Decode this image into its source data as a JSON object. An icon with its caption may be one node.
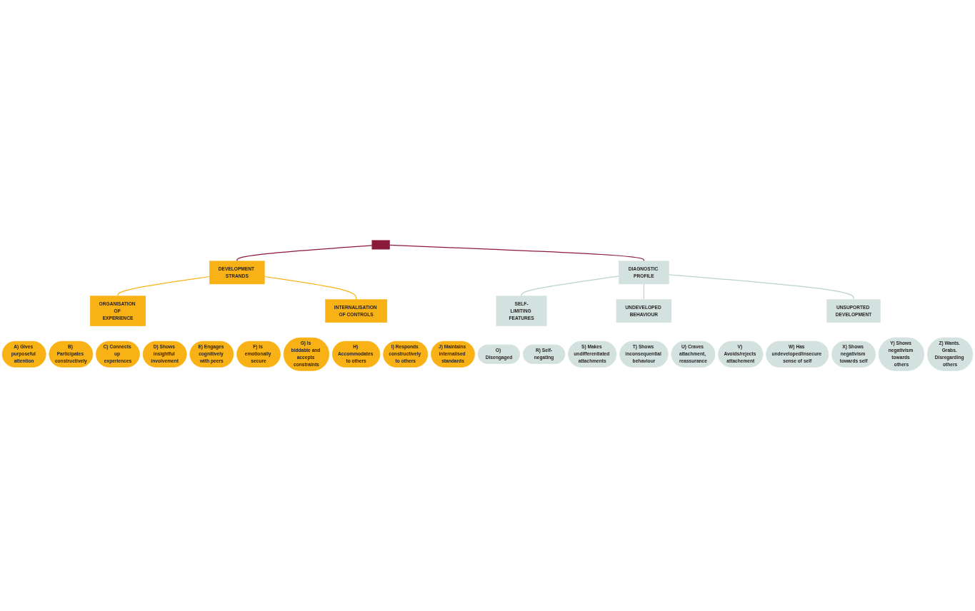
{
  "diagram": {
    "nodes": [
      {
        "text": [],
        "shape": "bar"
      },
      {
        "text": [
          "DEVELOPMENT STRANDS"
        ]
      },
      {
        "text": [
          "DIAGNOSTIC PROFILE"
        ]
      },
      {
        "text": [
          "ORGANISATION OF EXPERIENCE"
        ]
      },
      {
        "text": [
          "INTERNALISATION OF CONTROLS"
        ]
      },
      {
        "text": [
          "SELF-LIMITING FEATURES"
        ]
      },
      {
        "text": [
          "UNDEVELOPED BEHAVIOUR"
        ]
      },
      {
        "text": [
          "UNSUPORTED DEVELOPMENT"
        ]
      },
      {
        "text": [
          "A) Gives purposeful attention"
        ]
      },
      {
        "text": [
          "B) Participates constructively"
        ]
      },
      {
        "text": [
          "C) Connects up experiences"
        ]
      },
      {
        "text": [
          "D) Shows insightful involvement"
        ]
      },
      {
        "text": [
          "E) Engages cognitively with peers"
        ]
      },
      {
        "text": [
          "F) Is emotionally secure"
        ]
      },
      {
        "text": [
          "G) Is biddable and accepts constraints"
        ]
      },
      {
        "text": [
          "H) Accommodates to others"
        ]
      },
      {
        "text": [
          "I) Responds constructively to others"
        ]
      },
      {
        "text": [
          "J) Maintains internalised standards"
        ]
      },
      {
        "text": [
          "O) Disengaged"
        ]
      },
      {
        "text": [
          "R) Self-negating"
        ]
      },
      {
        "text": [
          "S) Makes undifferentiated attachments"
        ]
      },
      {
        "text": [
          "T) Shows inconsequential behaviour"
        ]
      },
      {
        "text": [
          "U) Craves attachment, reassurance"
        ]
      },
      {
        "text": [
          "V) Avoids/rejects attachement"
        ]
      },
      {
        "text": [
          "W) Has undeveloped/insecure sense of self"
        ]
      },
      {
        "text": [
          "X) Shows negativism towards self"
        ]
      },
      {
        "text": [
          "Y) Shows negativism towards others"
        ]
      },
      {
        "text": [
          "Z) Wants. Grabs. Disregarding others"
        ]
      }
    ],
    "edges": [
      {
        "from": 0,
        "to": 1,
        "arrow": "none",
        "color": "#8b1a3a"
      },
      {
        "from": 0,
        "to": 2,
        "arrow": "none",
        "color": "#8b1a3a"
      },
      {
        "from": 1,
        "to": 3,
        "arrow": "none",
        "color": "#f9b216"
      },
      {
        "from": 1,
        "to": 4,
        "arrow": "none",
        "color": "#f9b216"
      },
      {
        "from": 2,
        "to": 5,
        "arrow": "none",
        "color": "#b9d3ce"
      },
      {
        "from": 2,
        "to": 6,
        "arrow": "none",
        "color": "#b9d3ce"
      },
      {
        "from": 2,
        "to": 7,
        "arrow": "none",
        "color": "#b9d3ce"
      }
    ]
  }
}
